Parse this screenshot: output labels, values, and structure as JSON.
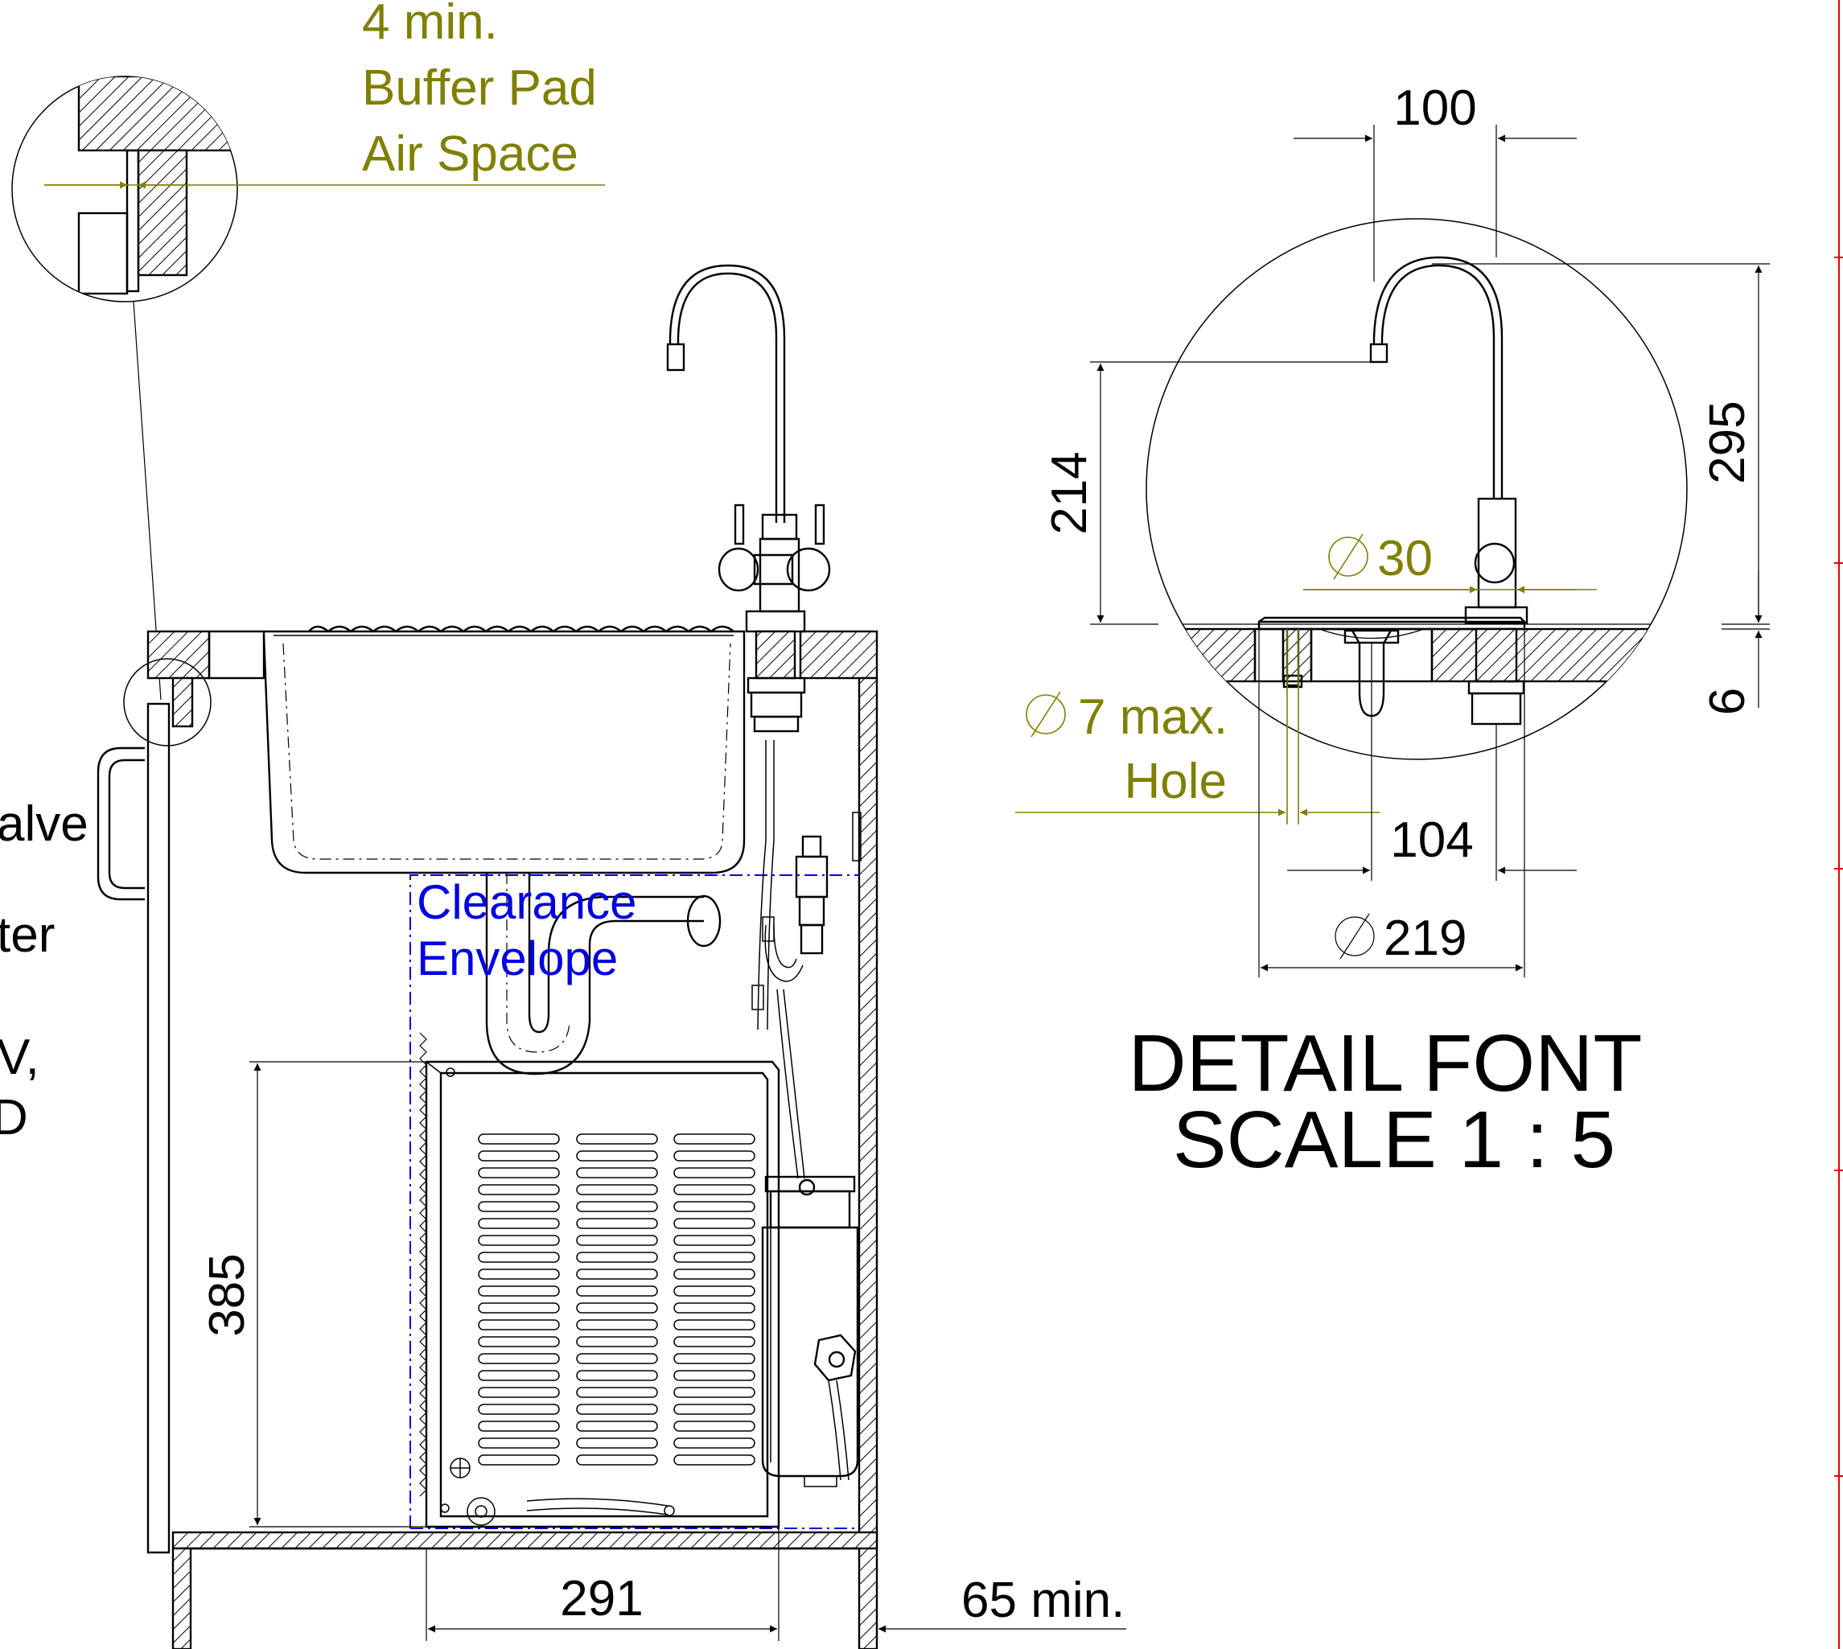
{
  "callout": {
    "line1": "4 min.",
    "line2": "Buffer Pad",
    "line3": "Air Space"
  },
  "dimensions": {
    "spout_reach": "100",
    "spout_height_to_deck": "214",
    "overall_height": "295",
    "stem_diameter": "30",
    "base_thickness": "6",
    "hole_max": "7 max.",
    "hole_label": "Hole",
    "hole_spacing": "104",
    "base_diameter": "219",
    "unit_height": "385",
    "unit_width": "291",
    "side_clearance": "65 min."
  },
  "clearance": {
    "line1": "Clearance",
    "line2": "Envelope"
  },
  "detail_title": {
    "line1": "DETAIL FONT",
    "line2": "SCALE 1 : 5"
  },
  "cutoff_labels": [
    "alve",
    "ter",
    "V,",
    "D"
  ]
}
